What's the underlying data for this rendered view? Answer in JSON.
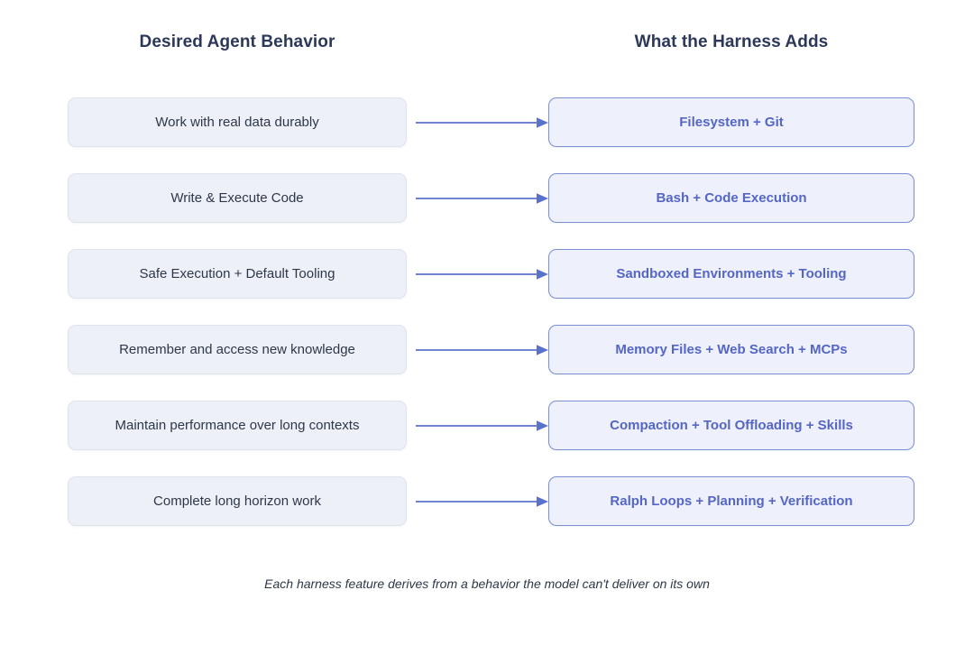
{
  "headers": {
    "left": "Desired Agent Behavior",
    "right": "What the Harness Adds"
  },
  "rows": [
    {
      "behavior": "Work with real data durably",
      "harness": "Filesystem + Git",
      "connector": "arrow-right-icon"
    },
    {
      "behavior": "Write & Execute Code",
      "harness": "Bash + Code Execution",
      "connector": "arrow-right-icon"
    },
    {
      "behavior": "Safe Execution + Default Tooling",
      "harness": "Sandboxed Environments + Tooling",
      "connector": "arrow-right-icon"
    },
    {
      "behavior": "Remember and access new knowledge",
      "harness": "Memory Files + Web Search + MCPs",
      "connector": "arrow-right-icon"
    },
    {
      "behavior": "Maintain performance over long contexts",
      "harness": "Compaction + Tool Offloading + Skills",
      "connector": "arrow-right-icon"
    },
    {
      "behavior": "Complete long horizon work",
      "harness": "Ralph Loops + Planning + Verification",
      "connector": "arrow-right-icon"
    }
  ],
  "caption": "Each harness feature derives from a behavior the model can't deliver on its own",
  "colors": {
    "background": "#ffffff",
    "header_text": "#2b3858",
    "left_box_fill": "#eef0f7",
    "left_box_border": "#dfe3ee",
    "left_box_text": "#2d3748",
    "right_box_fill": "#eef0fb",
    "right_box_border": "#7b8ed4",
    "right_box_text": "#5566c4",
    "arrow": "#5b72cc",
    "caption_text": "#2d3748"
  }
}
